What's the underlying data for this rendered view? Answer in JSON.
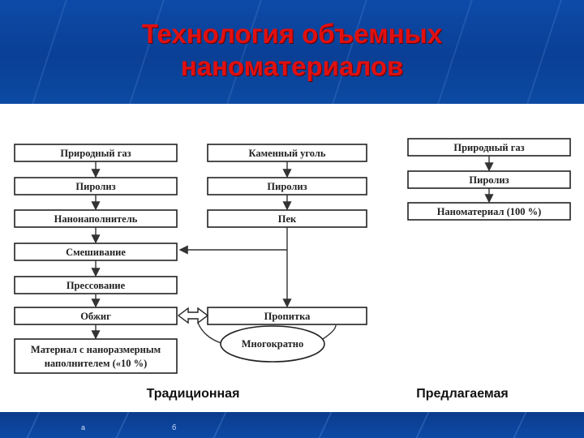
{
  "title_line1": "Технология объемных",
  "title_line2": "наноматериалов",
  "traditional": {
    "caption": "Традиционная",
    "left_chain": [
      "Природный газ",
      "Пиролиз",
      "Нанонаполнитель",
      "Смешивание",
      "Прессование",
      "Обжиг"
    ],
    "result_line1": "Материал с наноразмерным",
    "result_line2": "наполнителем («10 %)",
    "right_chain": [
      "Каменный уголь",
      "Пиролиз",
      "Пек",
      "Пропитка"
    ],
    "loop_label": "Многократно"
  },
  "proposed": {
    "caption": "Предлагаемая",
    "chain": [
      "Природный газ",
      "Пиролиз",
      "Наноматериал (100 %)"
    ]
  },
  "footer": {
    "mark_a": "а",
    "mark_b": "б"
  }
}
